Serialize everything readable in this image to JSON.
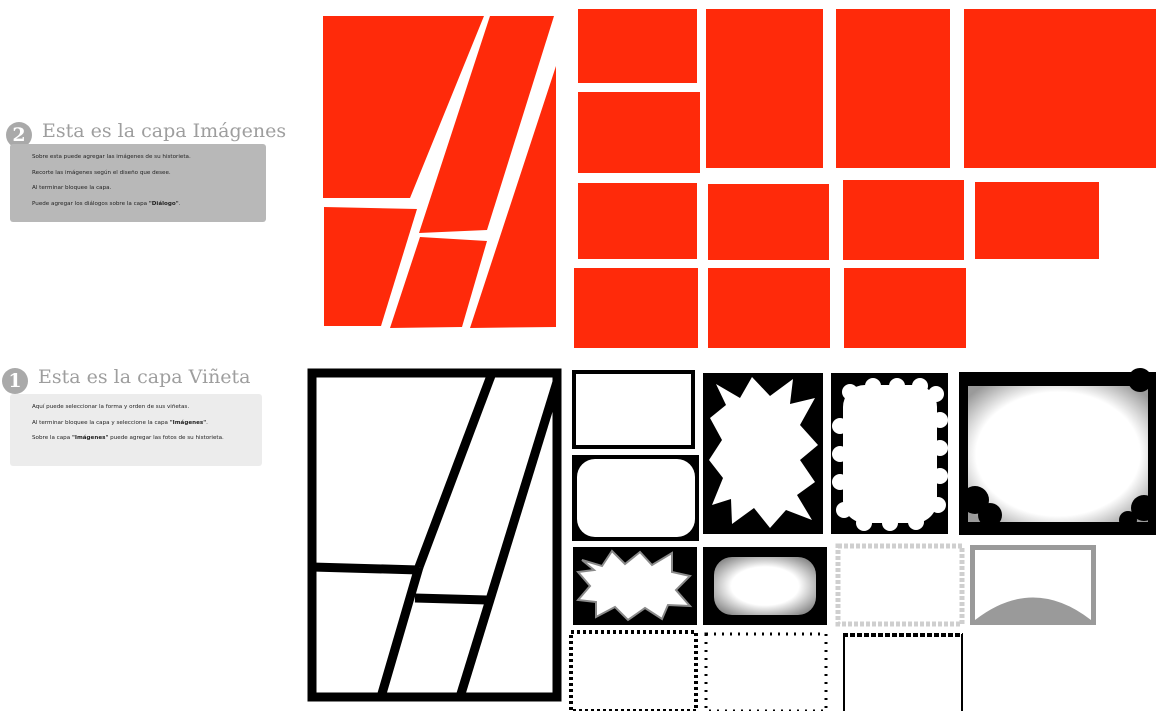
{
  "layers": {
    "images": {
      "number": "2",
      "title": "Esta es la capa Imágenes",
      "lines": [
        {
          "pre": "Sobre esta puede agregar las imágenes de su historieta.",
          "bold": "",
          "post": ""
        },
        {
          "pre": "Recorte las imágenes según el diseño que desee.",
          "bold": "",
          "post": ""
        },
        {
          "pre": "Al terminar bloquee la capa.",
          "bold": "",
          "post": ""
        },
        {
          "pre": "Puede agregar los diálogos sobre la capa ",
          "bold": "\"Diálogo\"",
          "post": "."
        }
      ]
    },
    "panels": {
      "number": "1",
      "title": "Esta es la capa Viñeta",
      "lines": [
        {
          "pre": "Aquí puede seleccionar la forma y orden de sus viñetas.",
          "bold": "",
          "post": ""
        },
        {
          "pre": "Al terminar bloquee la capa y seleccione la capa ",
          "bold": "\"Imágenes\"",
          "post": "."
        },
        {
          "pre": "Sobre la capa ",
          "bold": "\"Imágenes\"",
          "post": " puede agregar las fotos de su historieta."
        }
      ]
    }
  },
  "colors": {
    "image_fill": "#ff2a0a",
    "panel_stroke": "#000000",
    "info_box_images": "#b8b8b8",
    "info_box_panels": "#ececec",
    "heading_grey": "#9e9e9e"
  },
  "panel_styles": [
    "rectangle-border",
    "starburst-frame",
    "cloud-frame",
    "dark-vignette-frame",
    "rounded-rectangle",
    "starburst-gradient-frame",
    "cloud-gradient-frame",
    "stitched-frame",
    "stone-arch-frame",
    "checkered-frame",
    "dotted-frame",
    "dashed-top-frame"
  ]
}
